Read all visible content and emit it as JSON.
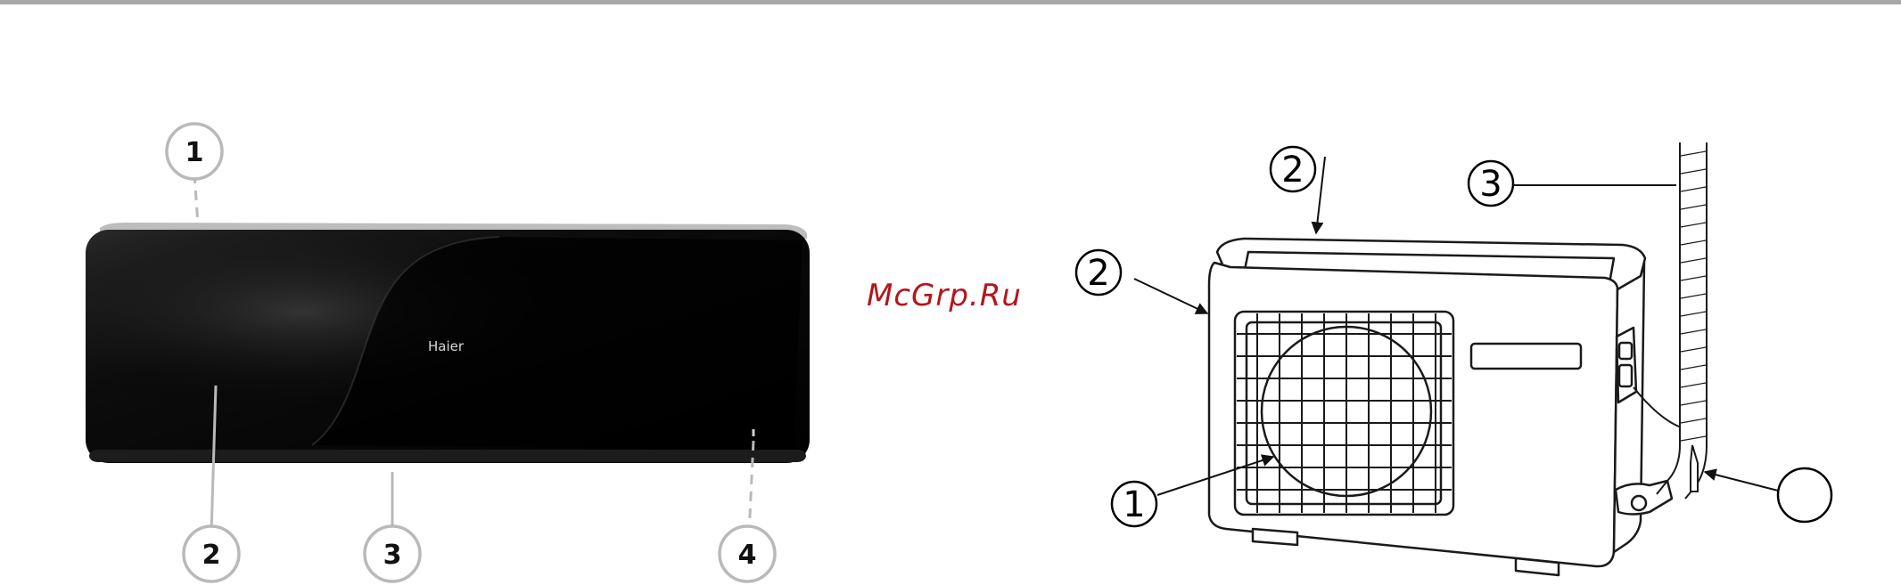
{
  "watermark": {
    "text": "McGrp.Ru",
    "color": "#b3161c"
  },
  "indoor_unit": {
    "brand": "Haier",
    "body_color": "#050505",
    "callouts": [
      "1",
      "2",
      "3",
      "4"
    ]
  },
  "outdoor_unit": {
    "callouts": [
      "2",
      "2",
      "3",
      "1",
      ""
    ]
  },
  "colors": {
    "top_bar": "#a8a8a8",
    "leader_line": "#b9b9b9",
    "line_art": "#1a1a1a"
  }
}
